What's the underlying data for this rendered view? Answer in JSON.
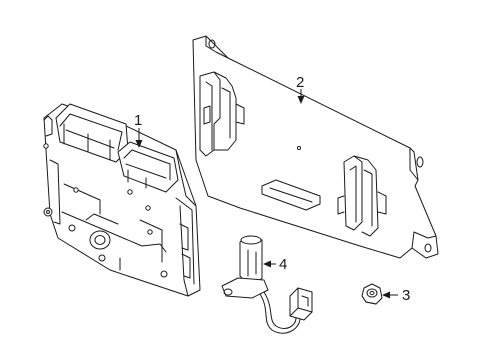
{
  "callouts": [
    {
      "number": "1",
      "part": "engine-control-module"
    },
    {
      "number": "2",
      "part": "mounting-bracket"
    },
    {
      "number": "3",
      "part": "nut"
    },
    {
      "number": "4",
      "part": "crankshaft-position-sensor"
    }
  ]
}
